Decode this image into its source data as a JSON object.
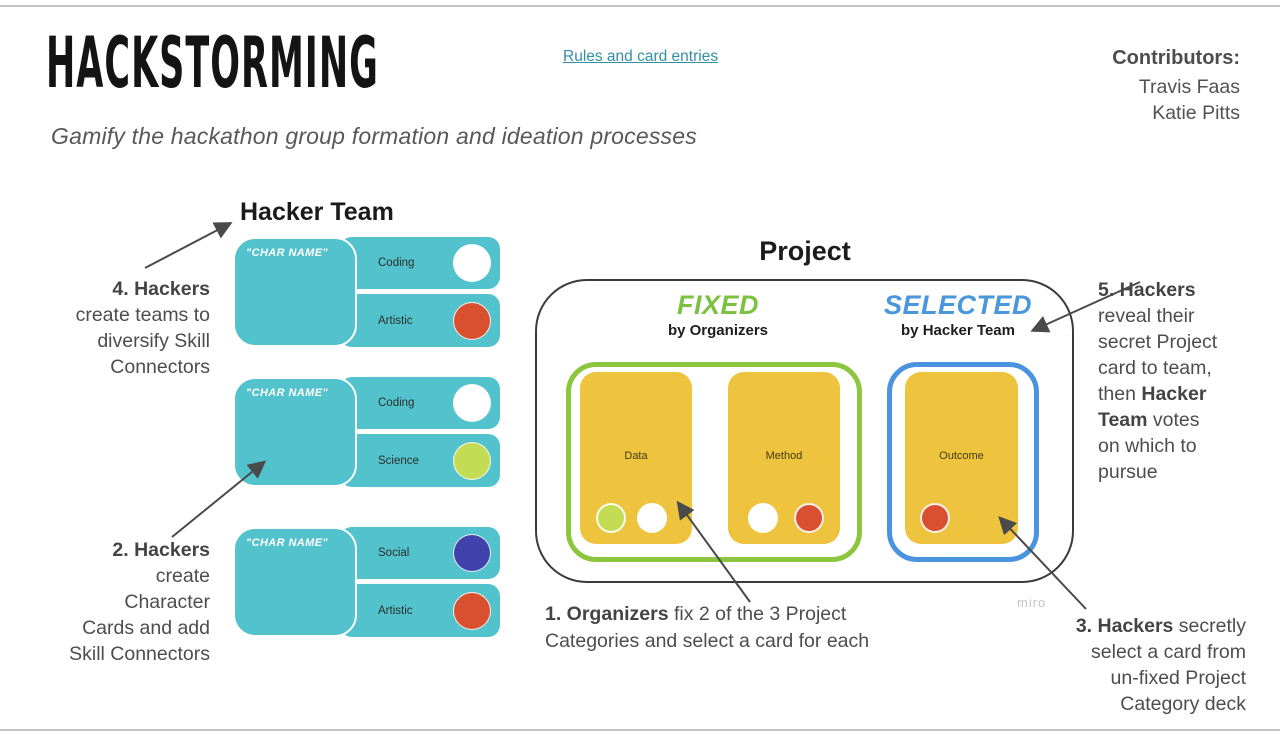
{
  "header": {
    "title": "Hackstorming",
    "subtitle": "Gamify the hackathon group formation and ideation processes",
    "link_label": "Rules and card entries",
    "contributors_label": "Contributors:",
    "contributor_1": "Travis Faas",
    "contributor_2": "Katie Pitts"
  },
  "hacker_team": {
    "heading": "Hacker Team",
    "cards": [
      {
        "name": "\"CHAR NAME\"",
        "skills": [
          {
            "label": "Coding",
            "color": "#ffffff"
          },
          {
            "label": "Artistic",
            "color": "#d8502f"
          }
        ]
      },
      {
        "name": "\"CHAR NAME\"",
        "skills": [
          {
            "label": "Coding",
            "color": "#ffffff"
          },
          {
            "label": "Science",
            "color": "#c4db54"
          }
        ]
      },
      {
        "name": "\"CHAR NAME\"",
        "skills": [
          {
            "label": "Social",
            "color": "#3f43ab"
          },
          {
            "label": "Artistic",
            "color": "#d8502f"
          }
        ]
      }
    ]
  },
  "project": {
    "heading": "Project",
    "fixed_title": "FIXED",
    "fixed_subtitle": "by Organizers",
    "selected_title": "SELECTED",
    "selected_subtitle": "by Hacker Team",
    "cards": [
      {
        "label": "Data",
        "dots": [
          "#c4db54",
          "#ffffff"
        ]
      },
      {
        "label": "Method",
        "dots": [
          "#ffffff",
          "#d8502f"
        ]
      },
      {
        "label": "Outcome",
        "dots": [
          "#d8502f"
        ]
      }
    ]
  },
  "annotations": {
    "step1": [
      {
        "t": "1. Organizers",
        "b": true
      },
      {
        "t": " fix 2 of the 3 Project\nCategories and select a card for each",
        "b": false
      }
    ],
    "step2": [
      {
        "t": "2. Hackers",
        "b": true
      },
      {
        "t": "\ncreate\nCharacter\nCards and add\nSkill Connectors",
        "b": false
      }
    ],
    "step3": [
      {
        "t": "3. Hackers",
        "b": true
      },
      {
        "t": " secretly\nselect a card from\nun-fixed Project\nCategory deck",
        "b": false
      }
    ],
    "step4": [
      {
        "t": "4. Hackers",
        "b": true
      },
      {
        "t": "\ncreate teams to\ndiversify Skill\nConnectors",
        "b": false
      }
    ],
    "step5": [
      {
        "t": "5. Hackers",
        "b": true
      },
      {
        "t": "\nreveal their\nsecret Project\ncard to team,\nthen ",
        "b": false
      },
      {
        "t": "Hacker\nTeam",
        "b": true
      },
      {
        "t": " votes\non which to\npursue",
        "b": false
      }
    ]
  },
  "watermark": "miro",
  "colors": {
    "teal_card": "#52c3cc",
    "yellow_card": "#eec33d",
    "fixed_green_border": "#8cc63f",
    "selected_blue_border": "#4a94df",
    "fixed_title_green": "#7cc242",
    "selected_title_blue": "#4a97de",
    "link_teal": "#338fa4",
    "annotation_gray": "#4d4d4d"
  }
}
